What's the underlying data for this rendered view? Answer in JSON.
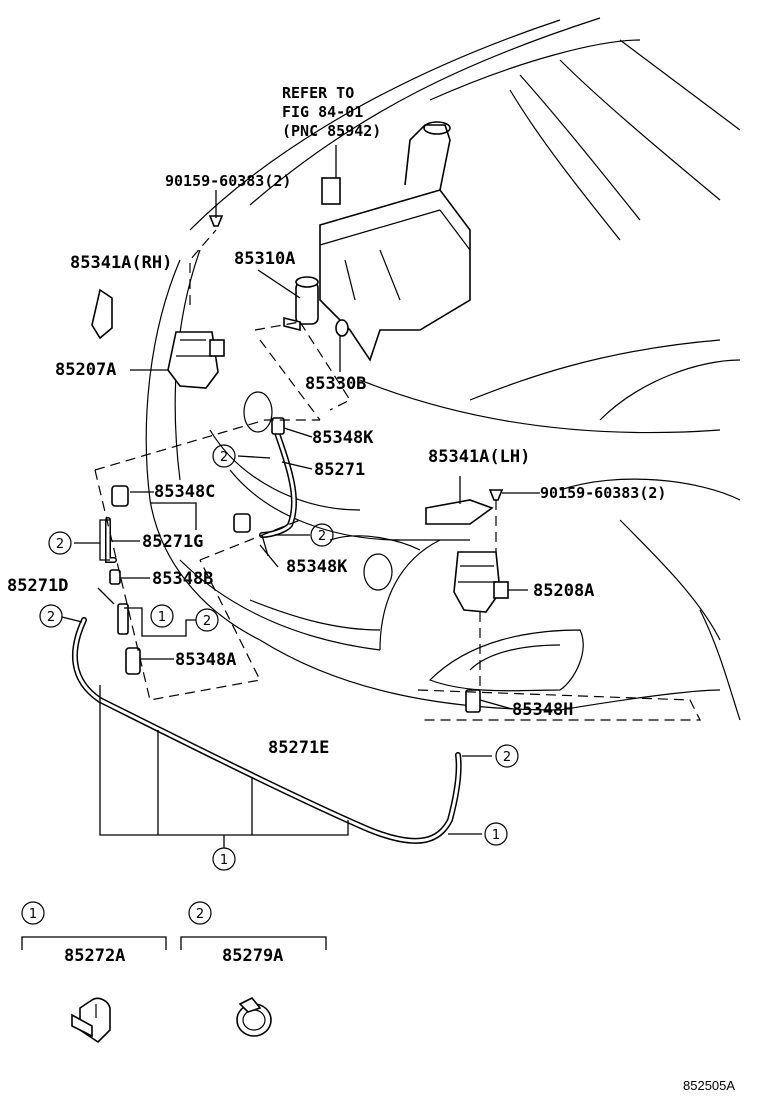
{
  "labels": {
    "refer1": "REFER TO",
    "refer2": "FIG 84-01",
    "refer3": "(PNC 85942)",
    "bolt_top": "90159-60383(2)",
    "p85341a_rh": "85341A(RH)",
    "p85310a": "85310A",
    "p85207a": "85207A",
    "p85330b": "85330B",
    "p85348k_top": "85348K",
    "p85271": "85271",
    "p85341a_lh": "85341A(LH)",
    "bolt_right": "90159-60383(2)",
    "p85348c": "85348C",
    "p85271g": "85271G",
    "p85348k_mid": "85348K",
    "p85208a": "85208A",
    "p85271d": "85271D",
    "p85348b": "85348B",
    "p85348a": "85348A",
    "p85348h": "85348H",
    "p85271e": "85271E"
  },
  "callouts": {
    "one": "1",
    "two": "2"
  },
  "legend": {
    "item1_num": "1",
    "item1_part": "85272A",
    "item2_num": "2",
    "item2_part": "85279A"
  },
  "figure_code": "852505A"
}
